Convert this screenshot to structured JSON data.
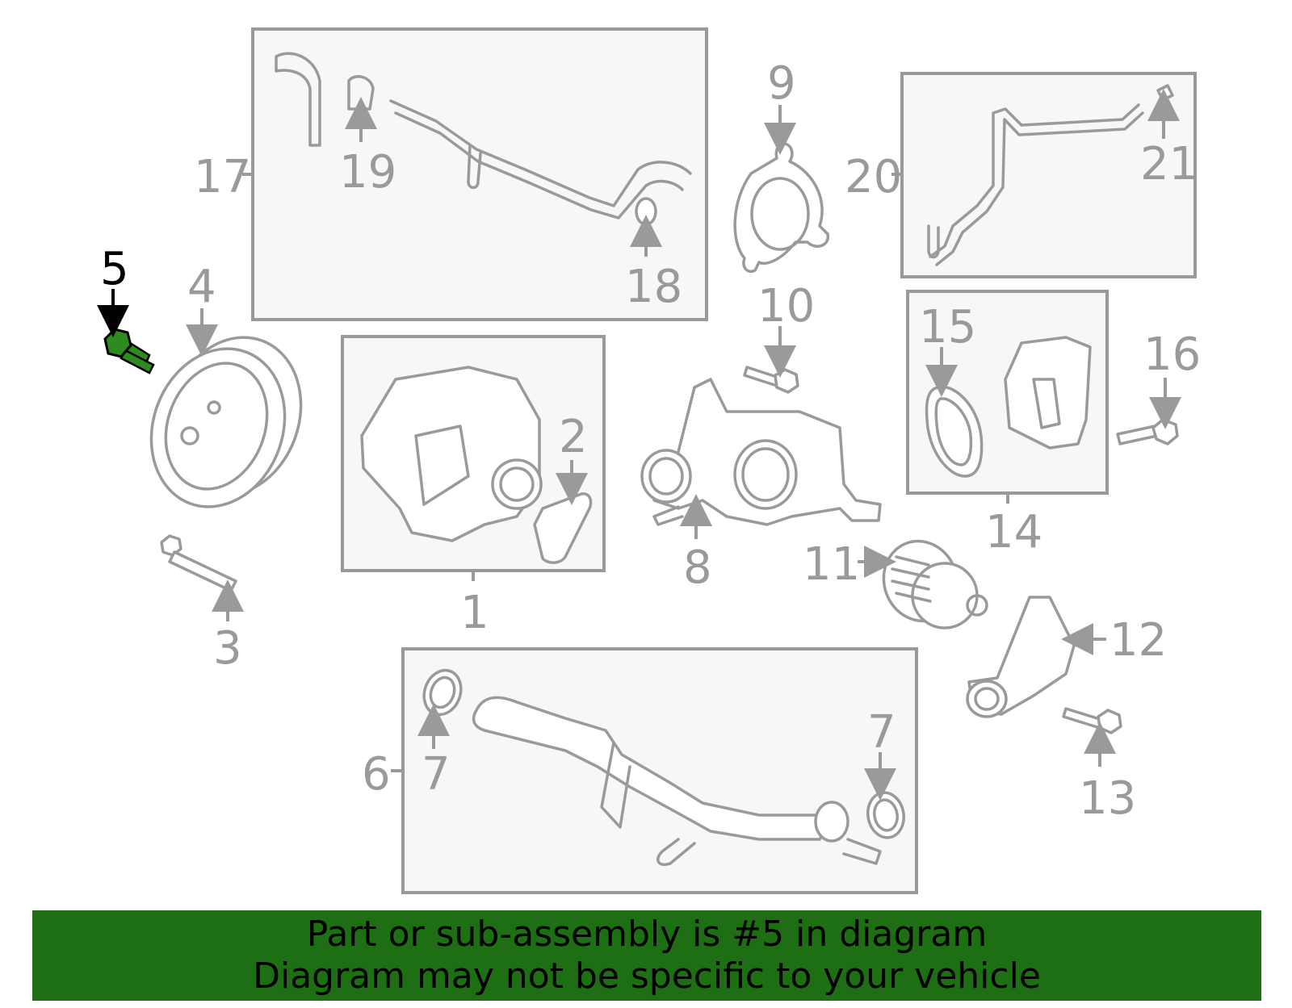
{
  "diagram": {
    "labels": {
      "n1": "1",
      "n2": "2",
      "n3": "3",
      "n4": "4",
      "n5": "5",
      "n6": "6",
      "n7a": "7",
      "n7b": "7",
      "n8": "8",
      "n9": "9",
      "n10": "10",
      "n11": "11",
      "n12": "12",
      "n13": "13",
      "n14": "14",
      "n15": "15",
      "n16": "16",
      "n17": "17",
      "n18": "18",
      "n19": "19",
      "n20": "20",
      "n21": "21"
    },
    "highlight_color": "#1e6e14",
    "highlighted_part": "5"
  },
  "banner": {
    "line1": "Part or sub-assembly is #5 in diagram",
    "line2": "Diagram may not be specific to your vehicle",
    "background": "#1e6e14"
  }
}
